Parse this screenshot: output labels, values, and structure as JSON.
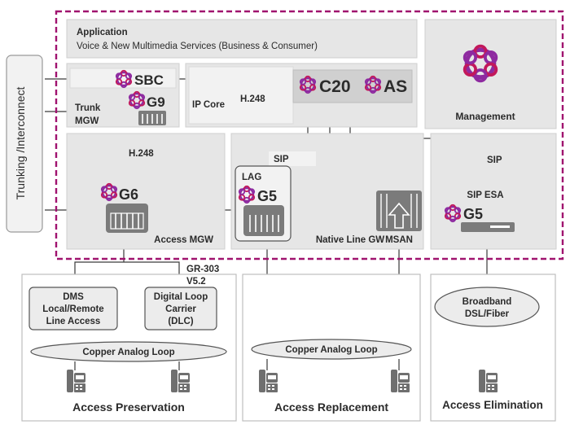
{
  "application": {
    "title": "Application",
    "subtitle": "Voice & New Multimedia Services (Business & Consumer)"
  },
  "side": {
    "trunking": "Trunking /Interconnect"
  },
  "nodes": {
    "sbc": "SBC",
    "g9": "G9",
    "trunk_mgw_1": "Trunk",
    "trunk_mgw_2": "MGW",
    "ip_core": "IP Core",
    "c20": "C20",
    "as": "AS",
    "management": "Management",
    "g6": "G6",
    "access_mgw": "Access MGW",
    "lag": "LAG",
    "g5_native": "G5",
    "msan": "MSAN",
    "native_line_gw": "Native Line GW",
    "sip_esa": "SIP ESA",
    "g5_esa": "G5"
  },
  "protocols": {
    "h248_top": "H.248",
    "h248_left": "H.248",
    "sip_native": "SIP",
    "sip_esa": "SIP",
    "gr303": "GR-303",
    "v52": "V5.2"
  },
  "access": {
    "dms": [
      "DMS",
      "Local/Remote",
      "Line Access"
    ],
    "dlc": [
      "Digital Loop",
      "Carrier",
      "(DLC)"
    ],
    "copper_loop_1": "Copper Analog Loop",
    "copper_loop_2": "Copper Analog Loop",
    "broadband": [
      "Broadband",
      "DSL/Fiber"
    ],
    "preservation": "Access Preservation",
    "replacement": "Access Replacement",
    "elimination": "Access Elimination"
  },
  "colors": {
    "brand_magenta": "#a0136f",
    "panel_gray": "#e6e6e6",
    "inner_gray": "#f2f2f2",
    "device_dark": "#7b7b7b",
    "logo_purple": "#8e2aa0"
  }
}
